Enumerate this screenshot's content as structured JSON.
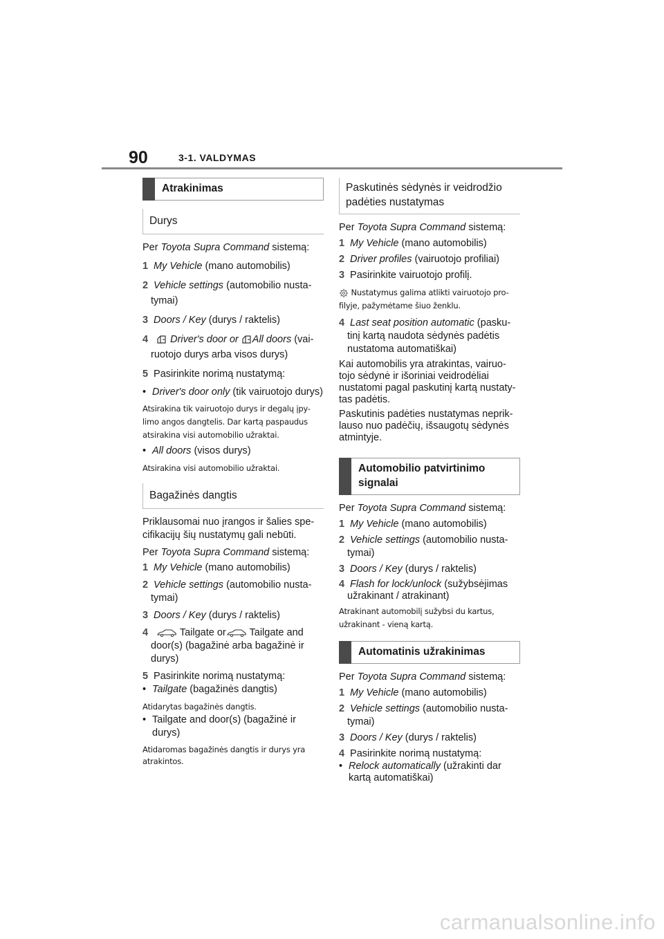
{
  "header": {
    "page_number": "90",
    "chapter": "3-1. VALDYMAS"
  },
  "left": {
    "sec1_title": "Atrakinimas",
    "sub1_title": "Durys",
    "intro_pre": "Per ",
    "intro_it": "Toyota Supra Command",
    "intro_post": " sistemą:",
    "s1_n": "1",
    "s1_it": "My Vehicle",
    "s1_rest": " (mano automobilis)",
    "s2_n": "2",
    "s2_it": "Vehicle settings",
    "s2_rest": " (automobilio nusta-tymai)",
    "s3_n": "3",
    "s3_it": "Doors / Key",
    "s3_rest": " (durys / raktelis)",
    "s4_n": "4",
    "s4_it_a": " Driver's door or ",
    "s4_it_b": "All doors",
    "s4_rest": " (vai-ruotojo durys arba visos durys)",
    "s5_n": "5",
    "s5_text": "Pasirinkite norimą nustatymą:",
    "b1_it": "Driver's door only",
    "b1_rest": " (tik vairuotojo durys)",
    "b1_note": "Atsirakina tik vairuotojo durys ir degalų įpy-limo angos dangtelis. Dar kartą paspaudus atsirakina visi automobilio užraktai.",
    "b2_it": "All doors",
    "b2_rest": " (visos durys)",
    "b2_note": "Atsirakina visi automobilio užraktai.",
    "sub2_title": "Bagažinės dangtis",
    "p_avail": "Priklausomai nuo įrangos ir šalies spe-cifikacijų šių nustatymų gali nebūti.",
    "t1_n": "1",
    "t1_it": "My Vehicle",
    "t1_rest": " (mano automobilis)",
    "t2_n": "2",
    "t2_it": "Vehicle settings",
    "t2_rest": " (automobilio nusta-tymai)",
    "t3_n": "3",
    "t3_it": "Doors / Key",
    "t3_rest": " (durys / raktelis)",
    "t4_n": "4",
    "t4_a": " Tailgate or",
    "t4_b": " Tailgate and door(s) (bagažinė arba bagažinė ir durys)",
    "t5_n": "5",
    "t5_text": "Pasirinkite norimą nustatymą:",
    "tb1_it": "Tailgate",
    "tb1_rest": " (bagažinės dangtis)",
    "tb1_note": "Atidarytas bagažinės dangtis.",
    "tb2_text": "Tailgate and door(s) (bagažinė ir durys)",
    "tb2_note": "Atidaromas bagažinės dangtis ir durys yra atrakintos."
  },
  "right": {
    "sec_title": "Paskutinės sėdynės ir veidrodžio padėties nustatymas",
    "intro_pre": "Per ",
    "intro_it": "Toyota Supra Command",
    "intro_post": " sistemą:",
    "r1_n": "1",
    "r1_it": "My Vehicle",
    "r1_rest": " (mano automobilis)",
    "r2_n": "2",
    "r2_it": "Driver profiles",
    "r2_rest": " (vairuotojo profiliai)",
    "r3_n": "3",
    "r3_text": "Pasirinkite vairuotojo profilį.",
    "r_note": "Nustatymus galima atlikti vairuotojo pro-filyje, pažymėtame šiuo ženklu.",
    "r4_n": "4",
    "r4_it": "Last seat position automatic",
    "r4_rest": " (pasku-tinį kartą naudota sėdynės padėtis nustatoma automatiškai)",
    "p1": "Kai automobilis yra atrakintas, vairuo-tojo sėdynė ir išoriniai veidrodėliai nustatomi pagal paskutinį kartą nustaty-tas padėtis.",
    "p2": "Paskutinis padėties nustatymas neprik-lauso nuo padėčių, išsaugotų sėdynės atmintyje.",
    "sec2_title": "Automobilio patvirtinimo signalai",
    "c1_n": "1",
    "c1_it": "My Vehicle",
    "c1_rest": " (mano automobilis)",
    "c2_n": "2",
    "c2_it": "Vehicle settings",
    "c2_rest": " (automobilio nusta-tymai)",
    "c3_n": "3",
    "c3_it": "Doors / Key",
    "c3_rest": " (durys / raktelis)",
    "c4_n": "4",
    "c4_it": "Flash for lock/unlock",
    "c4_rest": " (sužybsėjimas užrakinant / atrakinant)",
    "c_note": "Atrakinant automobilį sužybsi du kartus, užrakinant - vieną kartą.",
    "sec3_title": "Automatinis užrakinimas",
    "d1_n": "1",
    "d1_it": "My Vehicle",
    "d1_rest": " (mano automobilis)",
    "d2_n": "2",
    "d2_it": "Vehicle settings",
    "d2_rest": " (automobilio nusta-tymai)",
    "d3_n": "3",
    "d3_it": "Doors / Key",
    "d3_rest": " (durys / raktelis)",
    "d4_n": "4",
    "d4_text": "Pasirinkite norimą nustatymą:",
    "db_it": "Relock automatically",
    "db_rest": " (užrakinti dar kartą automatiškai)"
  },
  "watermark": "carmanualsonline.info"
}
